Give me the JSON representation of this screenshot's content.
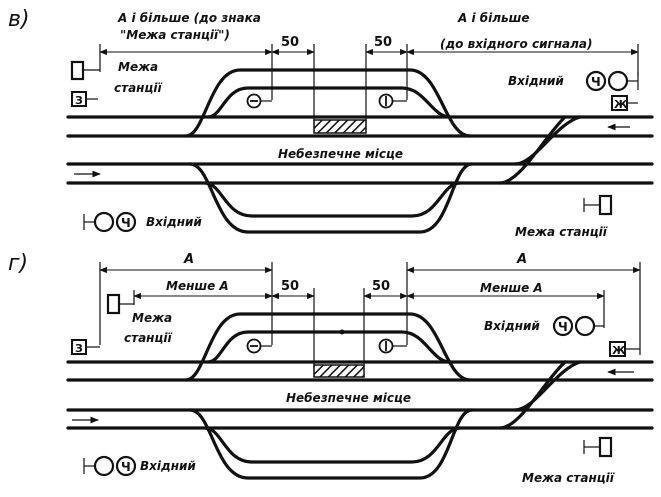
{
  "panel_v": {
    "letter": "в)",
    "label_a_more_l1": "A і більше (до знака",
    "label_a_more_l2": "\"Межа станції\")",
    "label_a_more_right_l1": "A і більше",
    "label_a_more_right_l2": "(до вхідного сигнала)",
    "dim_50_left": "50",
    "dim_50_right": "50",
    "border_label_l1": "Межа",
    "border_label_l2": "станції",
    "entry_right": "Вхідний",
    "entry_left": "Вхідний",
    "danger": "Небезпечне місце",
    "border_bottom": "Межа станції",
    "sign_z": "З",
    "sign_ch": "Ч",
    "sign_zh": "Ж",
    "marker_minus": "⊖",
    "marker_bar": "⦶"
  },
  "panel_g": {
    "letter": "г)",
    "label_a_left": "A",
    "label_a_right": "A",
    "label_less_a_left": "Менше A",
    "label_less_a_right": "Менше A",
    "dim_50_left": "50",
    "dim_50_right": "50",
    "border_label_l1": "Межа",
    "border_label_l2": "станції",
    "entry_right": "Вхідний",
    "entry_left": "Вхідний",
    "danger": "Небезпечне місце",
    "border_bottom": "Межа станції",
    "sign_z": "З",
    "sign_ch": "Ч",
    "sign_zh": "Ж"
  },
  "colors": {
    "ink": "#111111",
    "paper": "#ffffff"
  }
}
